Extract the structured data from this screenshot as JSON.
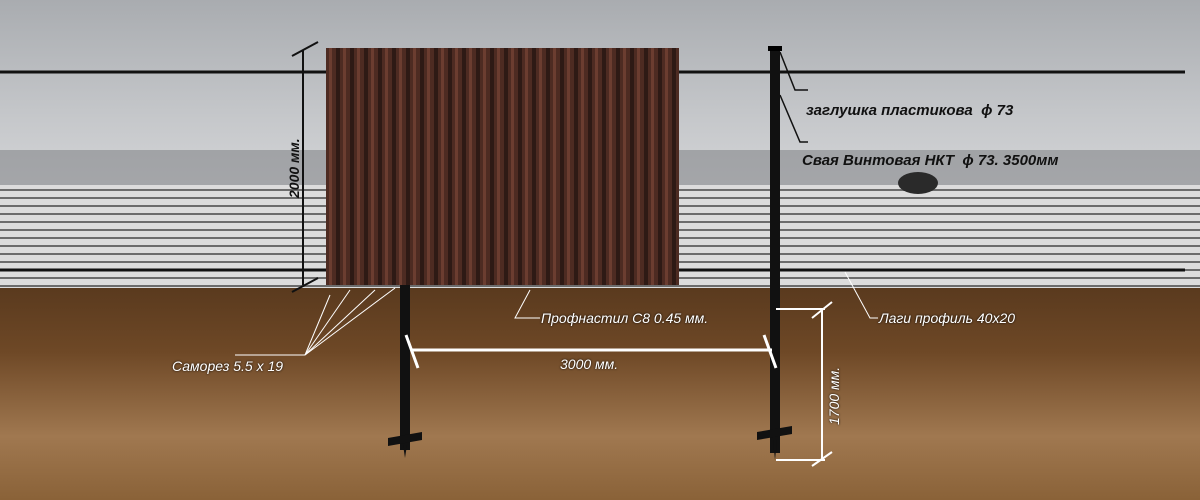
{
  "labels": {
    "cap": {
      "text": "заглушка пластикова",
      "diameter": "ϕ 73"
    },
    "pile": {
      "text": "Свая Винтовая НКТ",
      "diameter": "ϕ 73. 3500мм"
    },
    "sheet": "Профнастил С8 0.45 мм.",
    "rails": "Лаги профиль 40x20",
    "screws": "Саморез 5.5 x 19",
    "width_dim": "3000 мм.",
    "height_dim": "2000 мм.",
    "depth_dim": "1700 мм."
  },
  "colors": {
    "sky": "#b9bcc0",
    "panel": "#4a2a22",
    "soil": "#7a5430",
    "post": "#111111"
  }
}
